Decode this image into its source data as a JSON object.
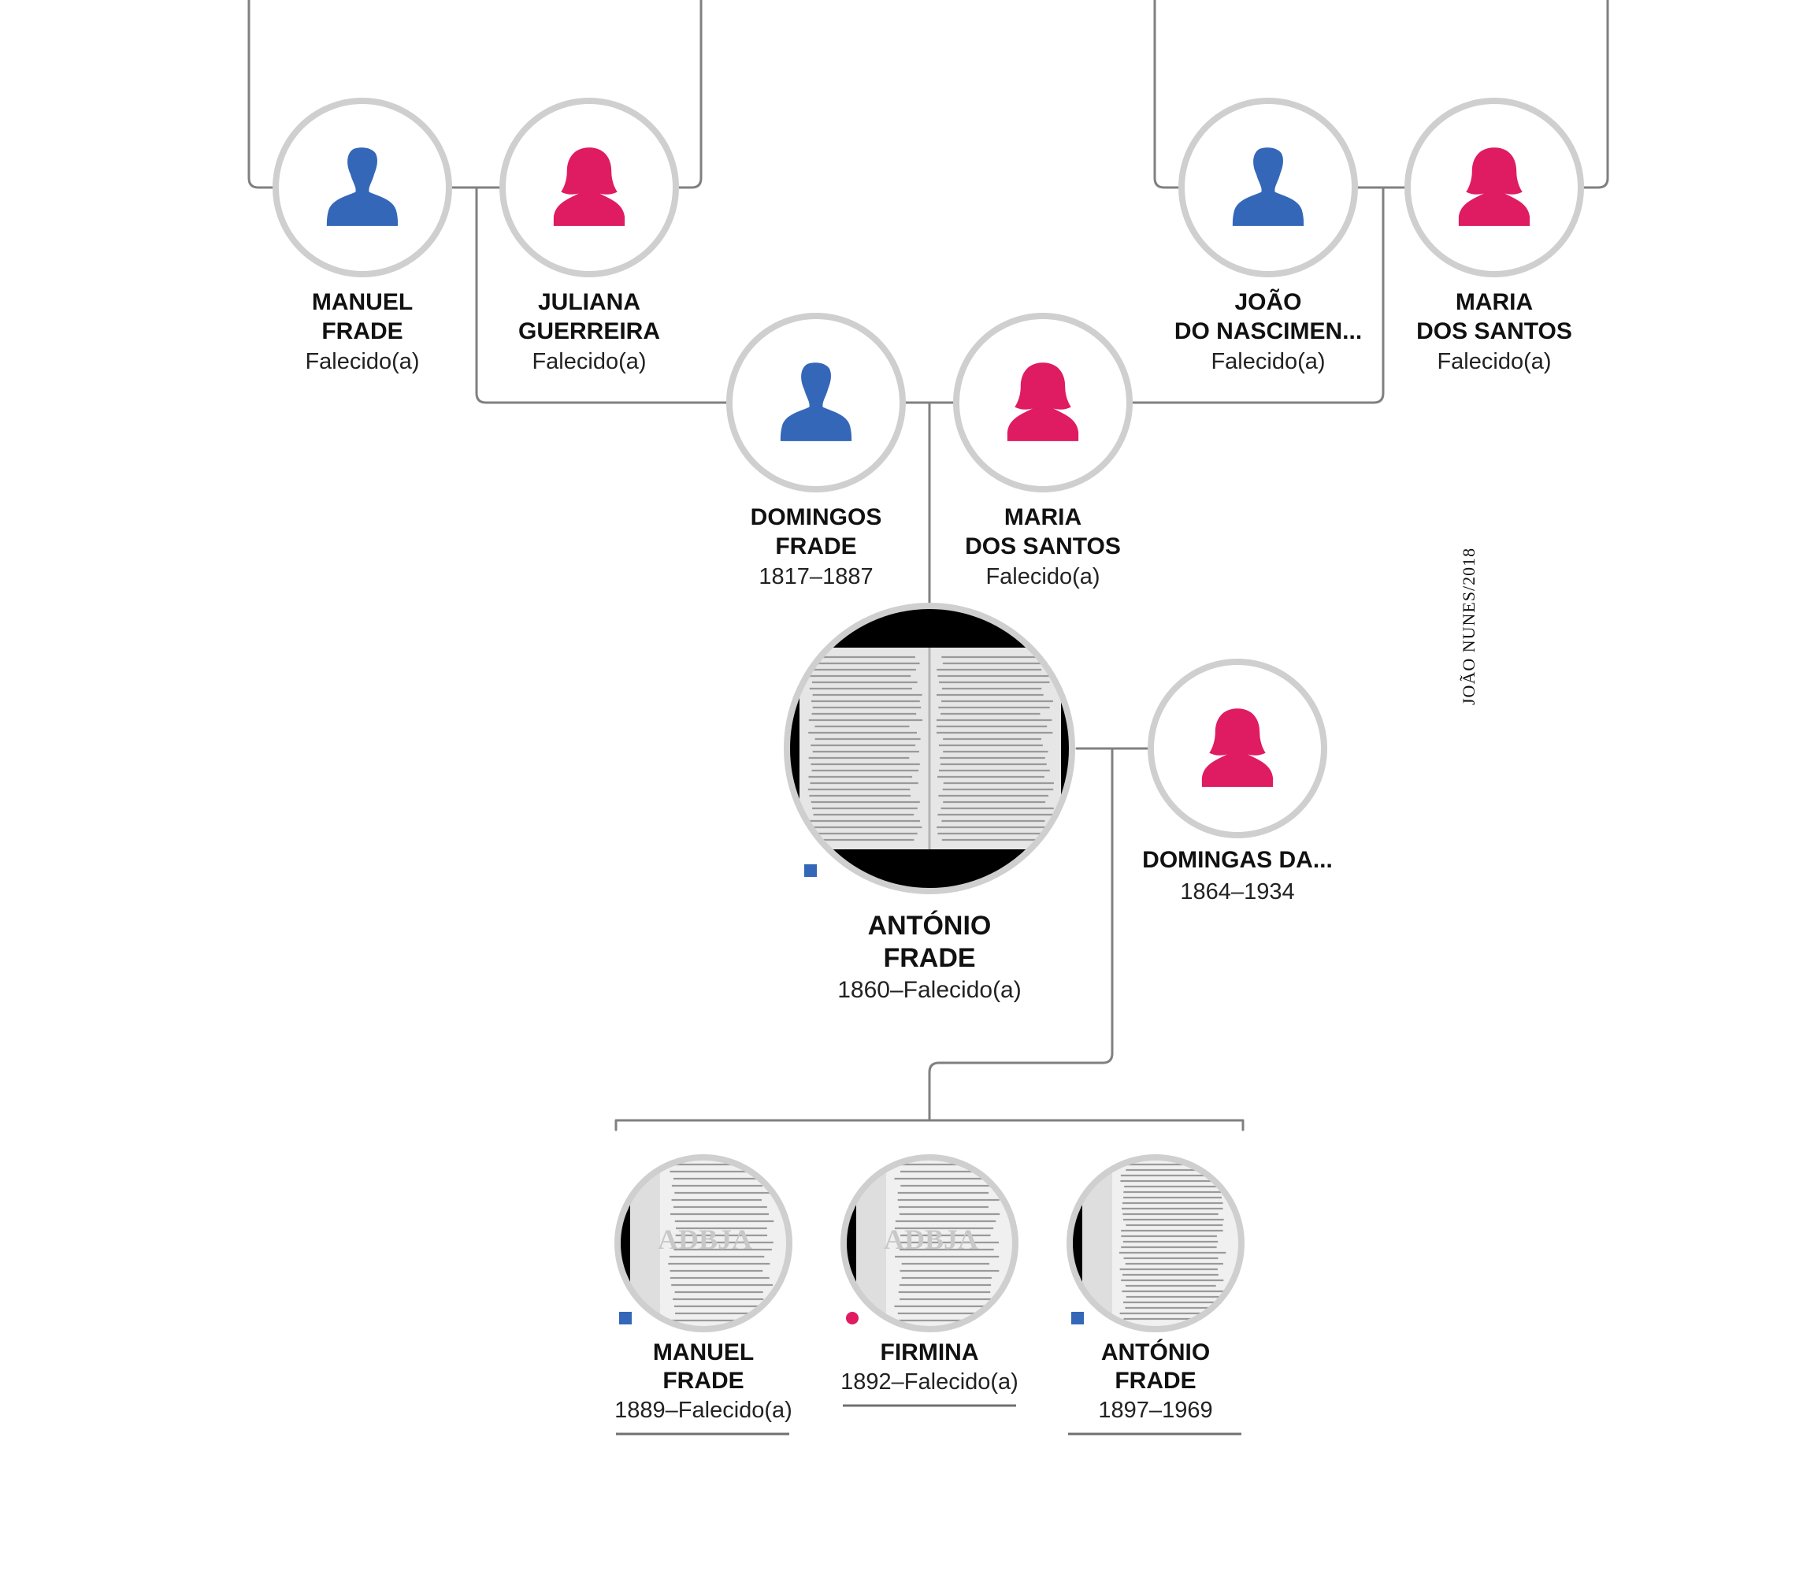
{
  "colors": {
    "male": "#3467b8",
    "female": "#df1b62",
    "connector": "#808080",
    "ring": "#cfcfcf"
  },
  "credit": "JOÃO NUNES/2018",
  "people": {
    "ggf_paternal": {
      "line1": "MANUEL",
      "line2": "FRADE",
      "dates": "Falecido(a)",
      "gender": "male",
      "icon": "male-silhouette-icon"
    },
    "ggm_paternal": {
      "line1": "JULIANA",
      "line2": "GUERREIRA",
      "dates": "Falecido(a)",
      "gender": "female",
      "icon": "female-silhouette-icon"
    },
    "ggf_maternal": {
      "line1": "JOÃO",
      "line2": "DO NASCIMEN...",
      "dates": "Falecido(a)",
      "gender": "male",
      "icon": "male-silhouette-icon"
    },
    "ggm_maternal": {
      "line1": "MARIA",
      "line2": "DOS SANTOS",
      "dates": "Falecido(a)",
      "gender": "female",
      "icon": "female-silhouette-icon"
    },
    "father": {
      "line1": "DOMINGOS",
      "line2": "FRADE",
      "dates": "1817–1887",
      "gender": "male",
      "icon": "male-silhouette-icon"
    },
    "mother": {
      "line1": "MARIA",
      "line2": "DOS SANTOS",
      "dates": "Falecido(a)",
      "gender": "female",
      "icon": "female-silhouette-icon"
    },
    "subject": {
      "line1": "ANTÓNIO",
      "line2": "FRADE",
      "dates": "1860–Falecido(a)",
      "gender": "male",
      "icon": "document-photo"
    },
    "spouse": {
      "line1": "DOMINGAS DA...",
      "dates": "1864–1934",
      "gender": "female",
      "icon": "female-silhouette-icon"
    },
    "child1": {
      "line1": "MANUEL",
      "line2": "FRADE",
      "dates": "1889–Falecido(a)",
      "gender": "male",
      "icon": "document-photo",
      "stamp": "ADBJA"
    },
    "child2": {
      "line1": "FIRMINA",
      "dates": "1892–Falecido(a)",
      "gender": "female",
      "icon": "document-photo",
      "stamp": "ADBJA"
    },
    "child3": {
      "line1": "ANTÓNIO",
      "line2": "FRADE",
      "dates": "1897–1969",
      "gender": "male",
      "icon": "document-photo"
    }
  }
}
